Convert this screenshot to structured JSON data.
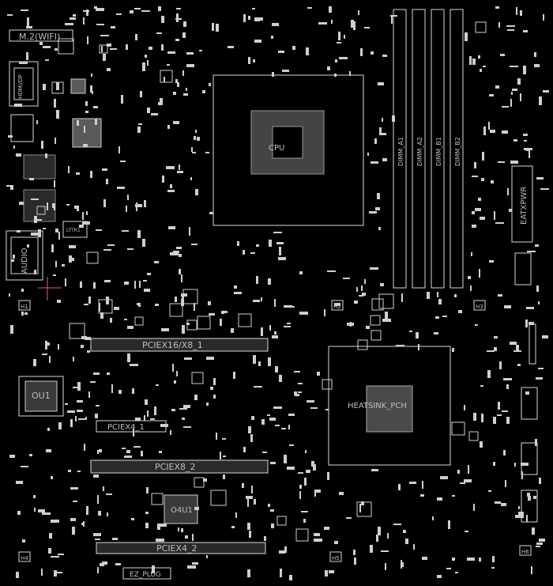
{
  "board": {
    "labels": {
      "m2": "M.2(WIFI)",
      "hdmi": "HDMI/DP",
      "audio": "AUDIO",
      "lttr": "LTTR1",
      "cpu": "CPU",
      "dimm_a1": "DIMM_A1",
      "dimm_a2": "DIMM_A2",
      "dimm_b1": "DIMM_B1",
      "dimm_b2": "DIMM_B2",
      "eatxpwr": "EATXPWR",
      "pciex16": "PCIEX16/X8_1",
      "pciex4_1": "PCIEX4_1",
      "pciex8_2": "PCIEX8_2",
      "pciex4_2": "PCIEX4_2",
      "ou1": "OU1",
      "o4u1": "O4U1",
      "heatsink": "HEATSINK_PCH",
      "ez_plug": "EZ_PLUG",
      "h1": "H1",
      "h2": "H2",
      "h3": "H3",
      "h4": "H4",
      "h5": "H5",
      "h6": "H6"
    }
  }
}
